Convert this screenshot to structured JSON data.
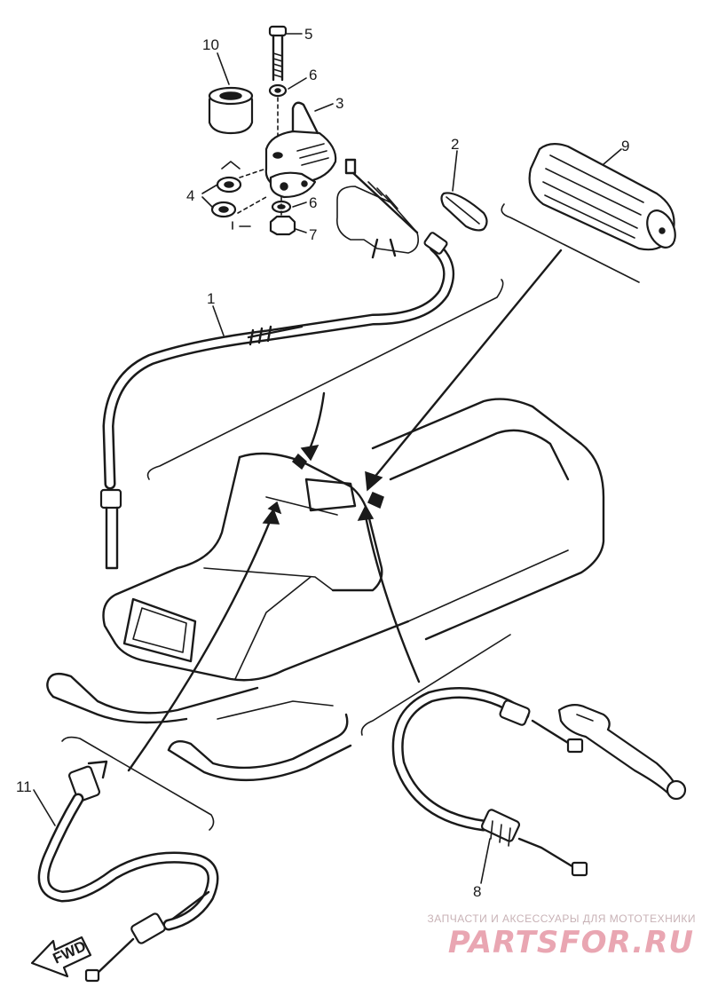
{
  "callouts": {
    "c1": "1",
    "c2": "2",
    "c3": "3",
    "c4": "4",
    "c5": "5",
    "c6a": "6",
    "c6b": "6",
    "c7": "7",
    "c8": "8",
    "c9": "9",
    "c10": "10",
    "c11": "11"
  },
  "front_marker": "FWD",
  "watermark": {
    "tagline": "ЗАПЧАСТИ И АКСЕССУАРЫ ДЛЯ МОТОТЕХНИКИ",
    "brand": "PARTSFOR.RU"
  },
  "colors": {
    "ink": "#1a1a1a",
    "watermark_brand": "#e9a6b2",
    "watermark_tagline": "#c8b2b6"
  }
}
